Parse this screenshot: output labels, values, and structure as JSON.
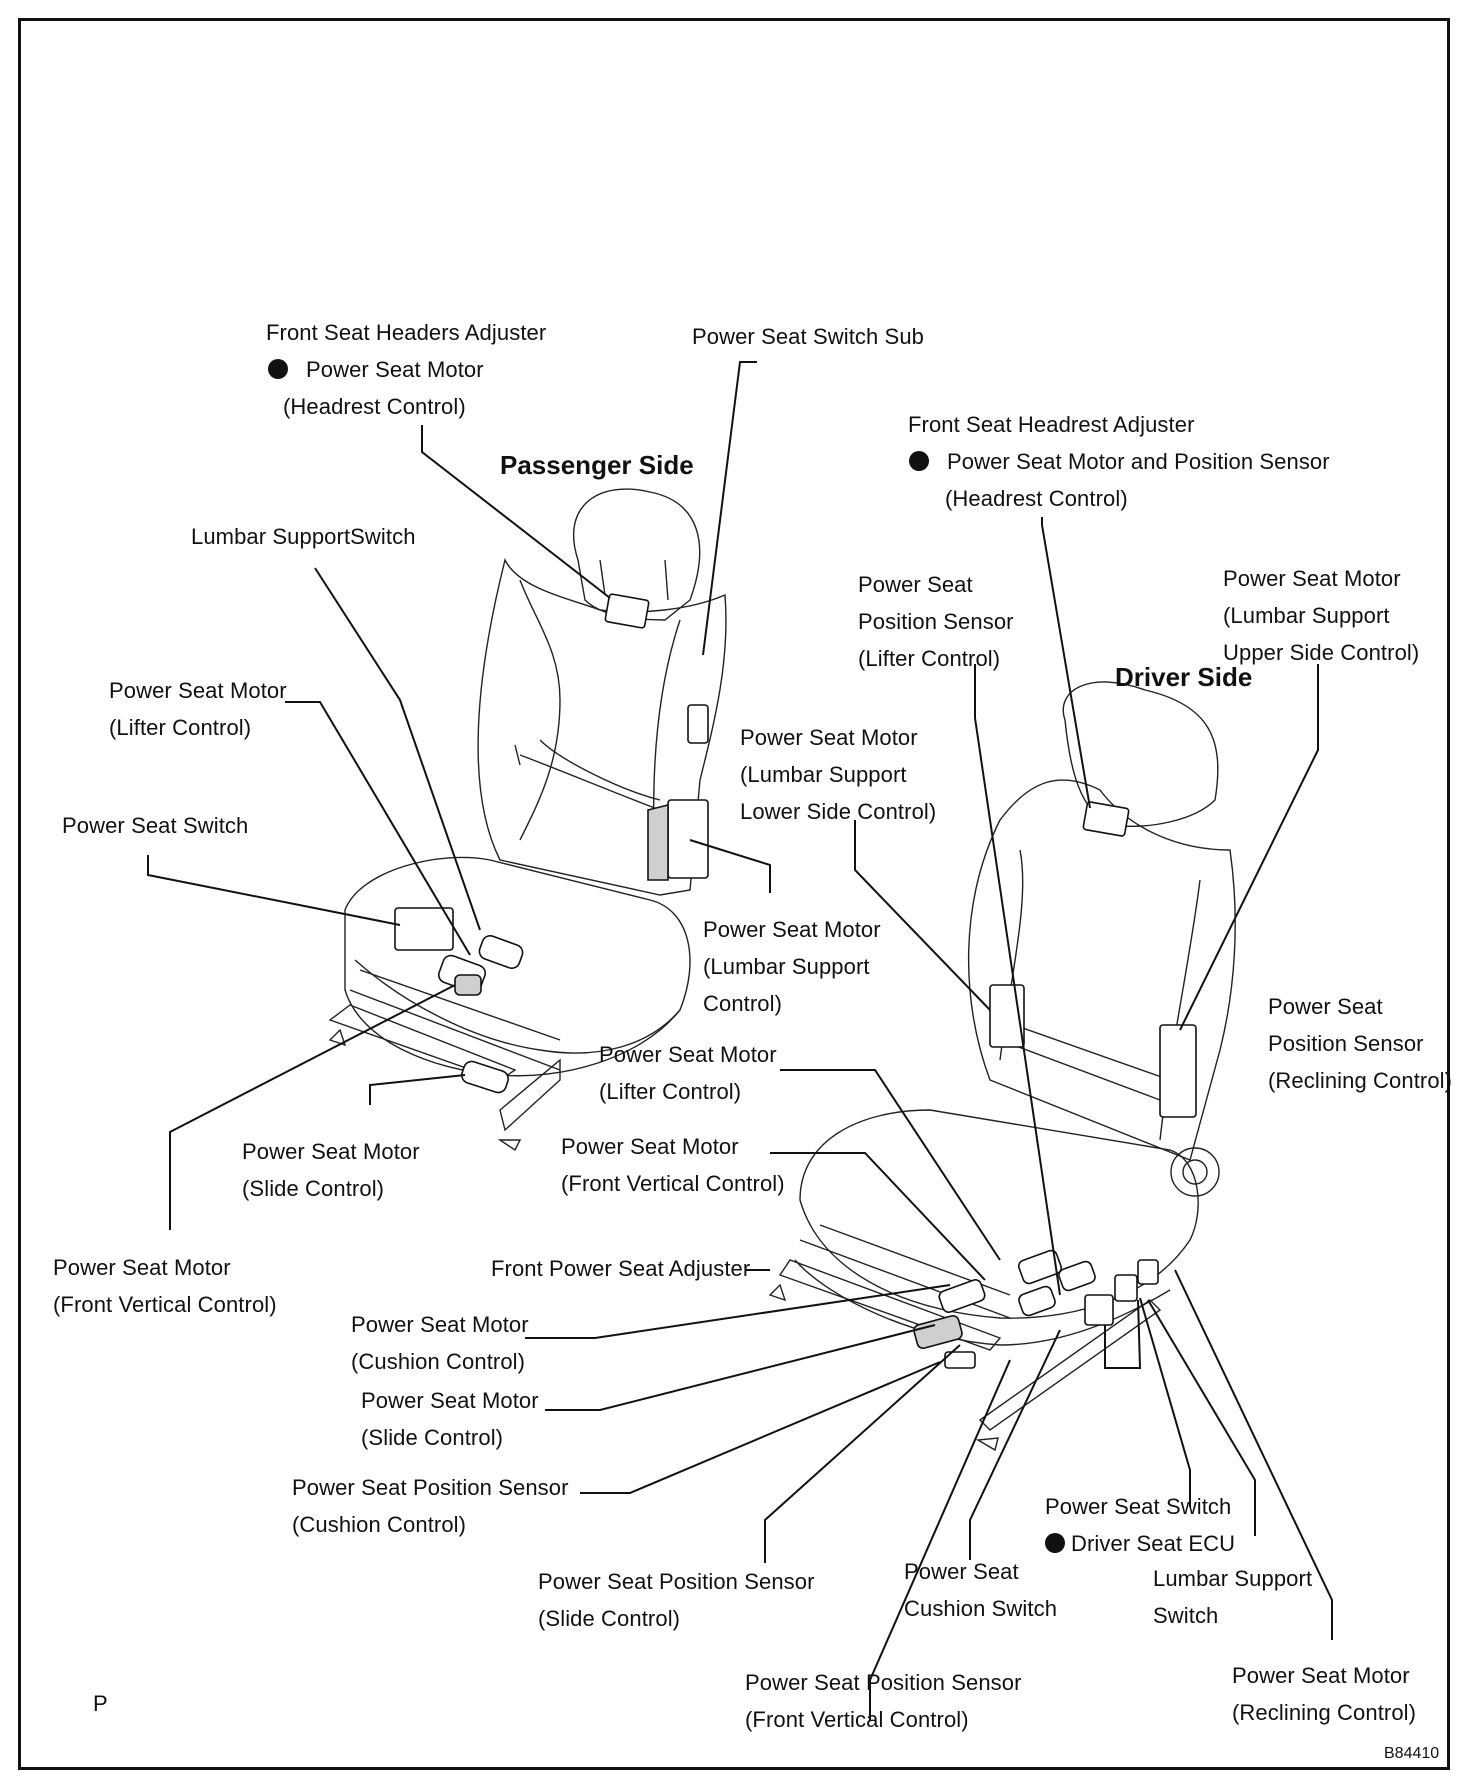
{
  "titles": {
    "passenger_side": "Passenger Side",
    "driver_side": "Driver Side"
  },
  "labels": {
    "front_seat_headers_adjuster": [
      "Front Seat Headers Adjuster",
      "Power Seat Motor",
      "(Headrest Control)"
    ],
    "power_seat_switch_sub": [
      "Power Seat Switch Sub"
    ],
    "front_seat_headrest_adjuster": [
      "Front Seat Headrest Adjuster",
      "Power Seat Motor and Position Sensor",
      "(Headrest Control)"
    ],
    "lumbar_support_switch_passenger": [
      "Lumbar SupportSwitch"
    ],
    "ps_position_sensor_lifter": [
      "Power Seat",
      "Position Sensor",
      "(Lifter Control)"
    ],
    "ps_motor_lumbar_upper": [
      "Power Seat Motor",
      "(Lumbar Support",
      "Upper Side Control)"
    ],
    "ps_motor_lifter_passenger": [
      "Power Seat Motor",
      "(Lifter Control)"
    ],
    "ps_motor_lumbar_lower": [
      "Power Seat Motor",
      "(Lumbar Support",
      "Lower Side Control)"
    ],
    "power_seat_switch_passenger": [
      "Power Seat Switch"
    ],
    "ps_motor_lumbar_control": [
      "Power Seat Motor",
      "(Lumbar Support",
      "Control)"
    ],
    "ps_position_sensor_reclining": [
      "Power Seat",
      "Position Sensor",
      "(Reclining Control)"
    ],
    "ps_motor_lifter_driver": [
      "Power Seat Motor",
      "(Lifter Control)"
    ],
    "ps_motor_slide_passenger": [
      "Power Seat Motor",
      "(Slide Control)"
    ],
    "ps_motor_front_vertical_driver": [
      "Power Seat Motor",
      "(Front Vertical  Control)"
    ],
    "ps_motor_front_vertical_passenger": [
      "Power Seat Motor",
      "(Front Vertical  Control)"
    ],
    "front_power_seat_adjuster": [
      "Front Power Seat Adjuster"
    ],
    "ps_motor_cushion": [
      "Power Seat Motor",
      "(Cushion Control)"
    ],
    "ps_motor_slide_driver": [
      "Power Seat Motor",
      "(Slide Control)"
    ],
    "ps_position_sensor_cushion": [
      "Power Seat Position Sensor",
      "(Cushion Control)"
    ],
    "power_seat_switch_ecu": [
      "Power Seat Switch",
      "Driver Seat ECU"
    ],
    "ps_position_sensor_slide": [
      "Power Seat Position Sensor",
      "(Slide Control)"
    ],
    "power_seat_cushion_switch": [
      "Power Seat",
      "Cushion Switch"
    ],
    "lumbar_support_switch_driver": [
      "Lumbar Support",
      "Switch"
    ],
    "ps_position_sensor_front_vertical": [
      "Power Seat Position Sensor",
      "(Front Vertical  Control)"
    ],
    "ps_motor_reclining": [
      "Power Seat Motor",
      "(Reclining Control)"
    ]
  },
  "footer": {
    "page_mark": "P",
    "figure_code": "B84410"
  }
}
